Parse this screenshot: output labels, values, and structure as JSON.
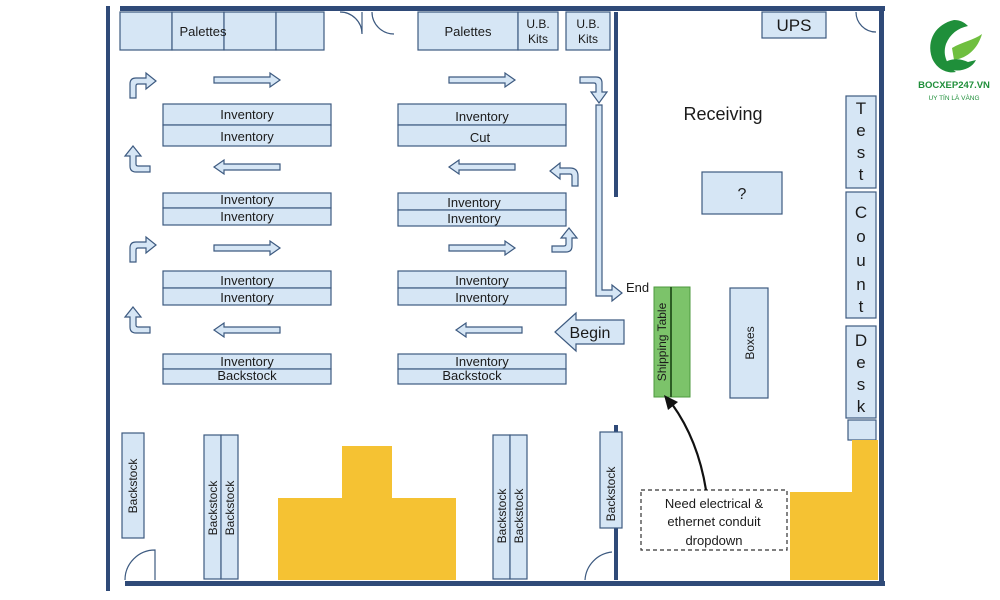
{
  "zones": {
    "top_palettes_left": "Palettes",
    "top_palettes_right": "Palettes",
    "ub_kits_1": [
      "U.B.",
      "Kits"
    ],
    "ub_kits_2": [
      "U.B.",
      "Kits"
    ],
    "ups": "UPS",
    "receiving": "Receiving",
    "unknown": "?",
    "boxes": "Boxes",
    "shipping_table": "Shipping Table",
    "test_letters": [
      "T",
      "e",
      "s",
      "t"
    ],
    "count_letters": [
      "C",
      "o",
      "u",
      "n",
      "t"
    ],
    "desk_letters": [
      "D",
      "e",
      "s",
      "k"
    ]
  },
  "shelves_left": [
    [
      "Inventory",
      "Inventory"
    ],
    [
      "Inventory",
      "Inventory"
    ],
    [
      "Inventory",
      "Inventory"
    ],
    [
      "Inventory",
      "Backstock"
    ]
  ],
  "shelves_right": [
    [
      "Inventory",
      "Cut"
    ],
    [
      "Inventory",
      "Inventory"
    ],
    [
      "Inventory",
      "Inventory"
    ],
    [
      "Inventory",
      "Backstock"
    ]
  ],
  "backstock": [
    "Backstock",
    "Backstock",
    "Backstock",
    "Backstock",
    "Backstock",
    "Backstock"
  ],
  "route": {
    "begin": "Begin",
    "end": "End"
  },
  "note": [
    "Need electrical &",
    "ethernet conduit",
    "dropdown"
  ],
  "logo": {
    "brand": "BOCXEP247.VN",
    "tagline": "UY TÍN LÀ VÀNG"
  },
  "colors": {
    "shelf": "#d6e6f5",
    "outline": "#3d5a80",
    "highlight": "#f5c233",
    "shipping": "#7cc36a",
    "logo": "#1f8f3a"
  }
}
